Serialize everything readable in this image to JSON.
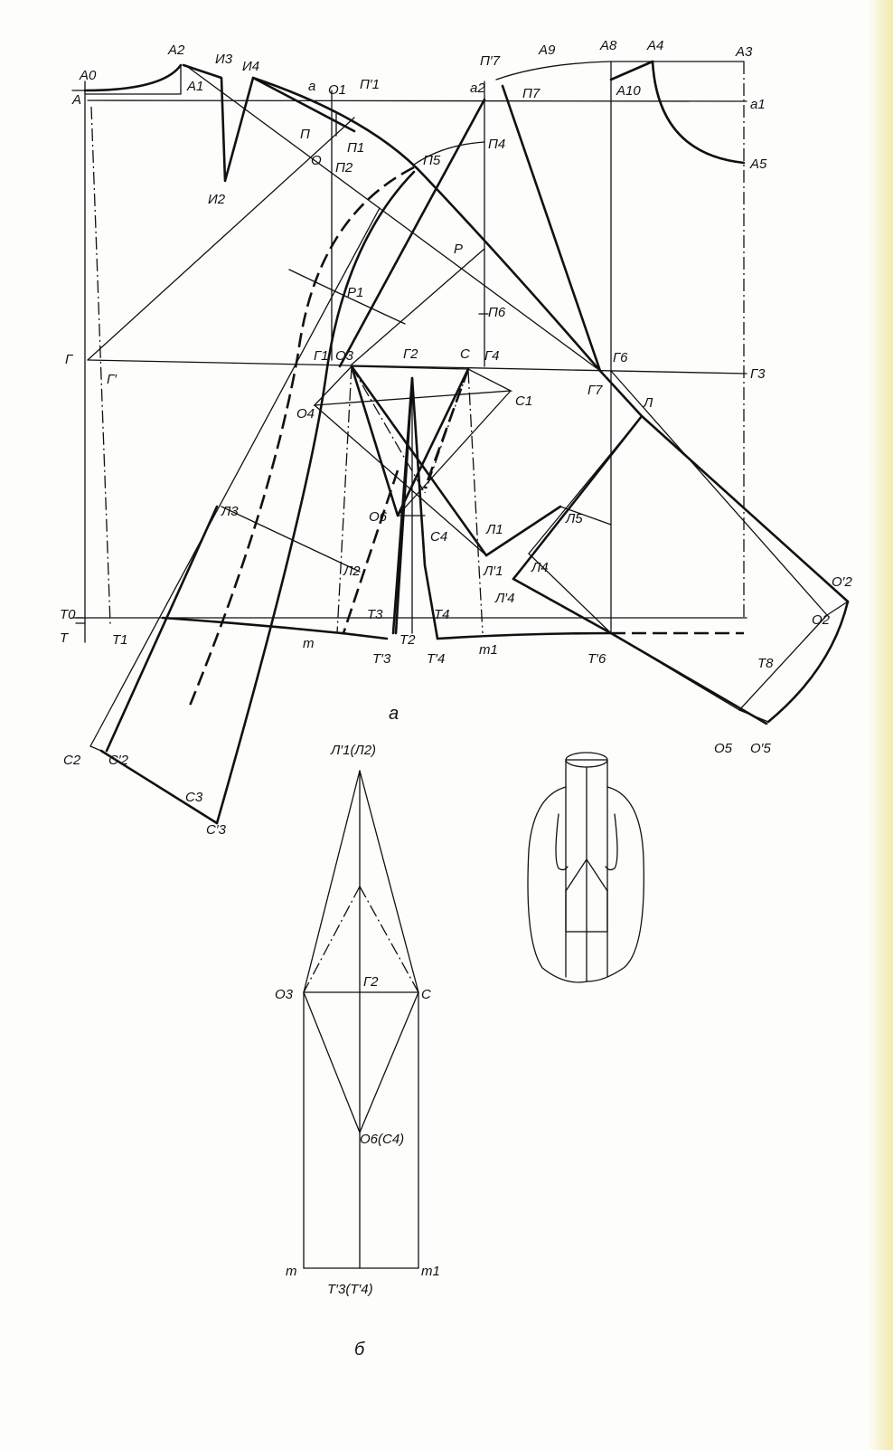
{
  "labels": {
    "A0": "A0",
    "A": "A",
    "A1": "A1",
    "A2": "A2",
    "I3": "И3",
    "I4": "И4",
    "I2": "И2",
    "a": "a",
    "O1": "O1",
    "P1p": "П′1",
    "P": "П",
    "P1": "П1",
    "O": "O",
    "P2": "П2",
    "P7p": "П′7",
    "A9": "A9",
    "A8": "A8",
    "A4": "A4",
    "A3": "A3",
    "a2": "a2",
    "P7": "П7",
    "A10": "A10",
    "a1": "a1",
    "A5": "A5",
    "P5": "П5",
    "P4": "П4",
    "Rr": "P",
    "R1": "P1",
    "P6": "П6",
    "G": "Г",
    "Gp": "Г′",
    "G1": "Г1",
    "O3": "O3",
    "G2": "Г2",
    "C": "C",
    "G4": "Г4",
    "G6": "Г6",
    "G3": "Г3",
    "G7": "Г7",
    "L": "Л",
    "O4": "O4",
    "C1": "C1",
    "O6": "O6",
    "C4": "C4",
    "L1": "Л1",
    "L5": "Л5",
    "L3": "Л3",
    "L2": "Л2",
    "L1p": "Л′1",
    "L4": "Л4",
    "L4p": "Л′4",
    "T0": "T0",
    "T": "T",
    "T1": "T1",
    "T3": "T3",
    "T4": "T4",
    "m": "m",
    "T3p": "T′3",
    "T2": "T2",
    "T4p": "T′4",
    "m1": "m1",
    "T6p": "T′6",
    "O2p": "O′2",
    "O2": "O2",
    "T8": "T8",
    "O5": "O5",
    "O5p": "O′5",
    "C2": "C2",
    "C2p": "C′2",
    "C3": "C3",
    "C3p": "C′3"
  },
  "captions": {
    "a": "а",
    "b": "б"
  },
  "detail_labels": {
    "top": "Л′1(Л2)",
    "G2": "Г2",
    "O3": "O3",
    "C": "C",
    "O6": "O6(C4)",
    "m": "m",
    "m1": "m1",
    "bottom": "T′3(T′4)"
  }
}
